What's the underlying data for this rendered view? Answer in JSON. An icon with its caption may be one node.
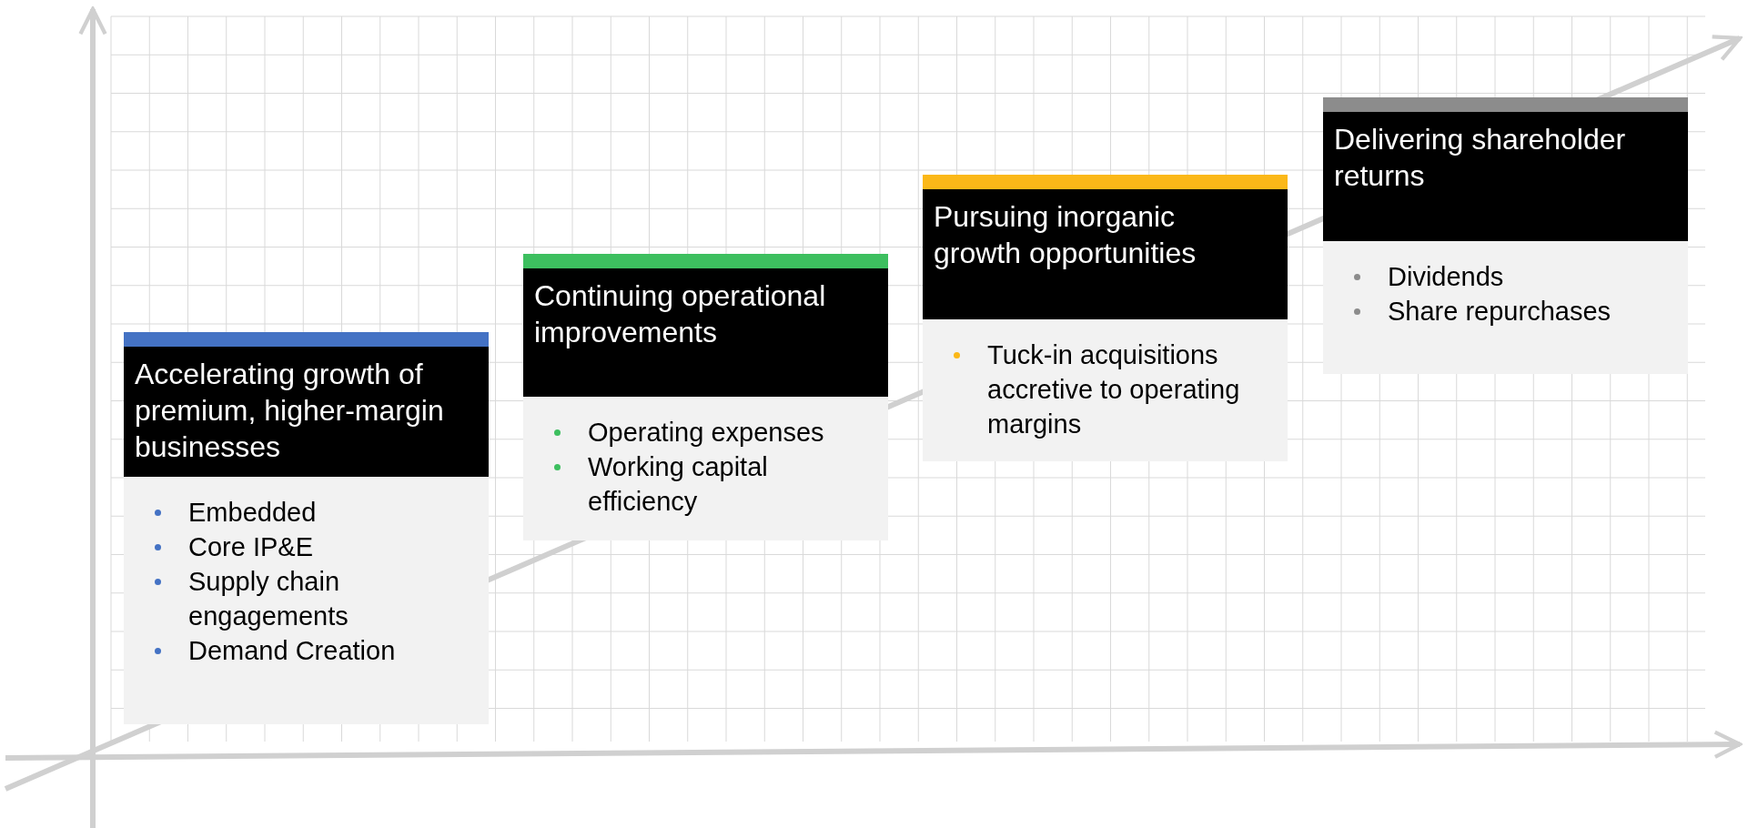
{
  "diagram": {
    "nodes": [
      {
        "text": [
          "Accelerating growth of premium, higher-margin businesses",
          "Embedded",
          "Core IP&E",
          "Supply chain engagements",
          "Demand Creation"
        ]
      },
      {
        "text": [
          "Continuing operational improvements",
          "Operating expenses",
          "Working capital efficiency"
        ]
      },
      {
        "text": [
          "Pursuing inorganic growth opportunities",
          "Tuck-in acquisitions accretive to operating margins"
        ]
      },
      {
        "text": [
          "Delivering shareholder returns",
          "Dividends",
          "Share repurchases"
        ]
      }
    ],
    "edges": []
  }
}
